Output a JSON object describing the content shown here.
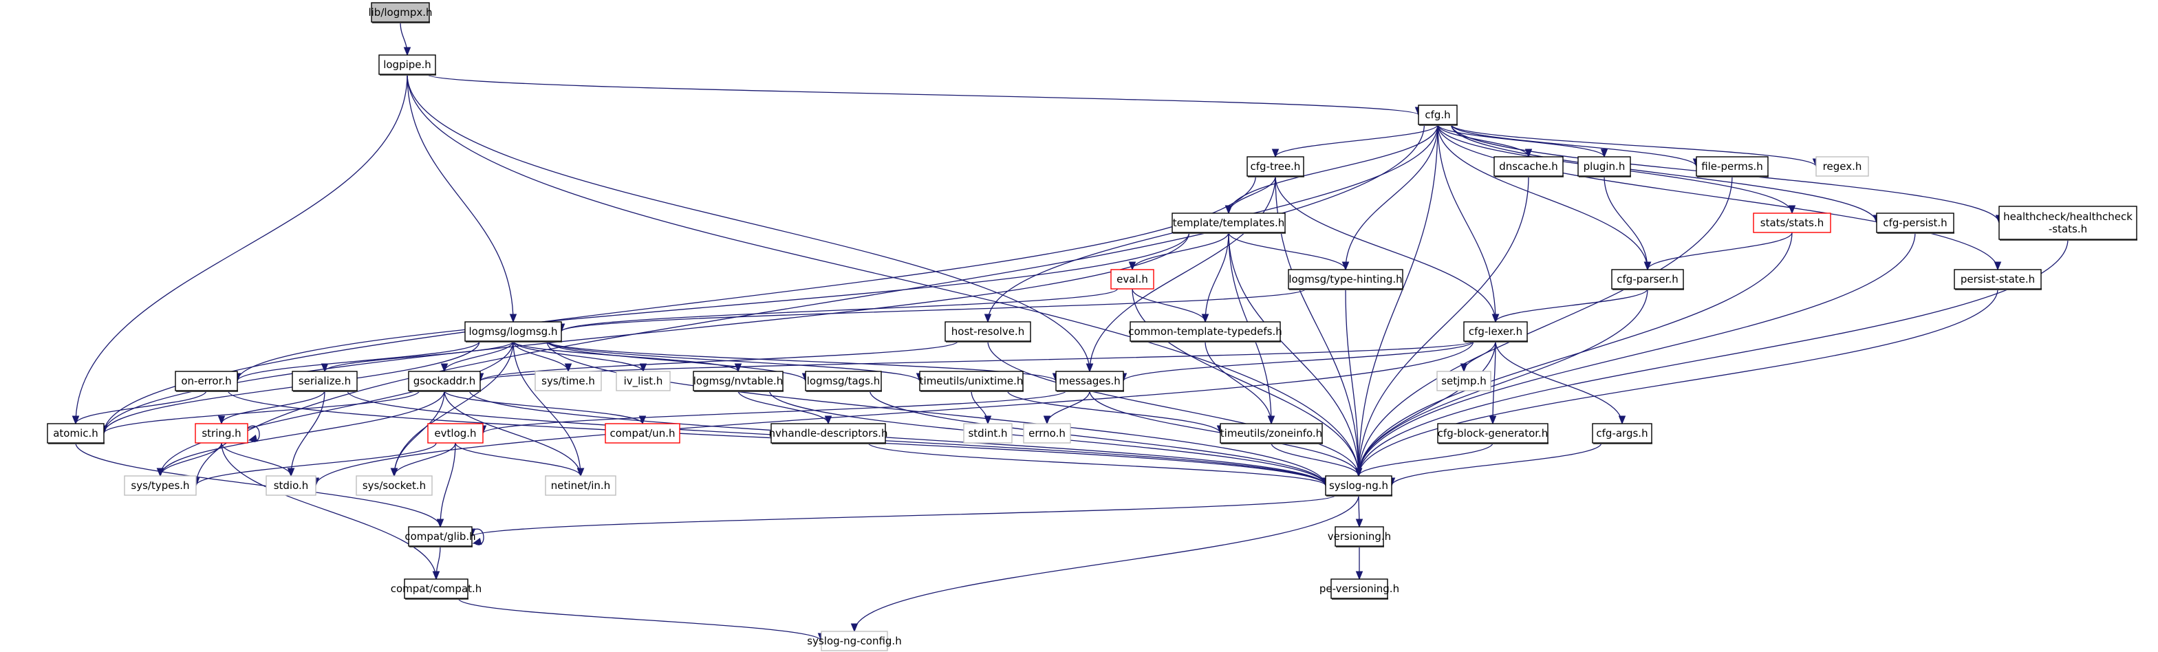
{
  "title": "Include dependency graph for lib/logmpx.h",
  "colors": {
    "edge": "#191970",
    "root_fill": "#bfbfbf",
    "ext_border": "#bfbfbf",
    "incomplete_border": "#ff0000"
  },
  "nodes": [
    {
      "id": "logmpx",
      "label": "lib/logmpx.h",
      "kind": "root"
    },
    {
      "id": "logpipe",
      "label": "logpipe.h",
      "kind": "normal"
    },
    {
      "id": "cfg",
      "label": "cfg.h",
      "kind": "normal"
    },
    {
      "id": "cfgtree",
      "label": "cfg-tree.h",
      "kind": "normal"
    },
    {
      "id": "dnscache",
      "label": "dnscache.h",
      "kind": "normal"
    },
    {
      "id": "plugin",
      "label": "plugin.h",
      "kind": "normal"
    },
    {
      "id": "fileperms",
      "label": "file-perms.h",
      "kind": "normal"
    },
    {
      "id": "regex",
      "label": "regex.h",
      "kind": "ext"
    },
    {
      "id": "stats",
      "label": "stats/stats.h",
      "kind": "red"
    },
    {
      "id": "cfgpersist",
      "label": "cfg-persist.h",
      "kind": "normal"
    },
    {
      "id": "healthcheck",
      "label": "healthcheck/healthcheck\n-stats.h",
      "kind": "normal"
    },
    {
      "id": "templates",
      "label": "template/templates.h",
      "kind": "normal"
    },
    {
      "id": "eval",
      "label": "eval.h",
      "kind": "red"
    },
    {
      "id": "typehinting",
      "label": "logmsg/type-hinting.h",
      "kind": "normal"
    },
    {
      "id": "cfgparser",
      "label": "cfg-parser.h",
      "kind": "normal"
    },
    {
      "id": "persiststate",
      "label": "persist-state.h",
      "kind": "normal"
    },
    {
      "id": "logmsg",
      "label": "logmsg/logmsg.h",
      "kind": "normal"
    },
    {
      "id": "hostresolve",
      "label": "host-resolve.h",
      "kind": "normal"
    },
    {
      "id": "ctt",
      "label": "common-template-typedefs.h",
      "kind": "normal"
    },
    {
      "id": "cfglexer",
      "label": "cfg-lexer.h",
      "kind": "normal"
    },
    {
      "id": "onerror",
      "label": "on-error.h",
      "kind": "normal"
    },
    {
      "id": "serialize",
      "label": "serialize.h",
      "kind": "normal"
    },
    {
      "id": "gsockaddr",
      "label": "gsockaddr.h",
      "kind": "normal"
    },
    {
      "id": "systime",
      "label": "sys/time.h",
      "kind": "ext"
    },
    {
      "id": "ivlist",
      "label": "iv_list.h",
      "kind": "ext"
    },
    {
      "id": "nvtable",
      "label": "logmsg/nvtable.h",
      "kind": "normal"
    },
    {
      "id": "tags",
      "label": "logmsg/tags.h",
      "kind": "normal"
    },
    {
      "id": "unixtime",
      "label": "timeutils/unixtime.h",
      "kind": "normal"
    },
    {
      "id": "messages",
      "label": "messages.h",
      "kind": "normal"
    },
    {
      "id": "setjmp",
      "label": "setjmp.h",
      "kind": "ext"
    },
    {
      "id": "atomic",
      "label": "atomic.h",
      "kind": "normal"
    },
    {
      "id": "string",
      "label": "string.h",
      "kind": "red"
    },
    {
      "id": "evtlog",
      "label": "evtlog.h",
      "kind": "red"
    },
    {
      "id": "compatun",
      "label": "compat/un.h",
      "kind": "red"
    },
    {
      "id": "nvhandle",
      "label": "nvhandle-descriptors.h",
      "kind": "normal"
    },
    {
      "id": "stdint",
      "label": "stdint.h",
      "kind": "ext"
    },
    {
      "id": "errno",
      "label": "errno.h",
      "kind": "ext"
    },
    {
      "id": "zoneinfo",
      "label": "timeutils/zoneinfo.h",
      "kind": "normal"
    },
    {
      "id": "cfgblockgen",
      "label": "cfg-block-generator.h",
      "kind": "normal"
    },
    {
      "id": "cfgargs",
      "label": "cfg-args.h",
      "kind": "normal"
    },
    {
      "id": "systypes",
      "label": "sys/types.h",
      "kind": "ext"
    },
    {
      "id": "stdio",
      "label": "stdio.h",
      "kind": "ext"
    },
    {
      "id": "syssocket",
      "label": "sys/socket.h",
      "kind": "ext"
    },
    {
      "id": "netinet",
      "label": "netinet/in.h",
      "kind": "ext"
    },
    {
      "id": "syslogng",
      "label": "syslog-ng.h",
      "kind": "normal"
    },
    {
      "id": "glib",
      "label": "compat/glib.h",
      "kind": "normal"
    },
    {
      "id": "versioning",
      "label": "versioning.h",
      "kind": "normal"
    },
    {
      "id": "compat",
      "label": "compat/compat.h",
      "kind": "normal"
    },
    {
      "id": "peversioning",
      "label": "pe-versioning.h",
      "kind": "normal"
    },
    {
      "id": "config",
      "label": "syslog-ng-config.h",
      "kind": "ext"
    }
  ],
  "edges": [
    [
      "logmpx",
      "logpipe"
    ],
    [
      "logpipe",
      "cfg"
    ],
    [
      "logpipe",
      "logmsg"
    ],
    [
      "logpipe",
      "atomic"
    ],
    [
      "logpipe",
      "messages"
    ],
    [
      "logpipe",
      "syslogng"
    ],
    [
      "cfg",
      "cfgtree"
    ],
    [
      "cfg",
      "dnscache"
    ],
    [
      "cfg",
      "plugin"
    ],
    [
      "cfg",
      "fileperms"
    ],
    [
      "cfg",
      "regex"
    ],
    [
      "cfg",
      "stats"
    ],
    [
      "cfg",
      "cfgpersist"
    ],
    [
      "cfg",
      "healthcheck"
    ],
    [
      "cfg",
      "templates"
    ],
    [
      "cfg",
      "typehinting"
    ],
    [
      "cfg",
      "cfgparser"
    ],
    [
      "cfg",
      "persiststate"
    ],
    [
      "cfg",
      "hostresolve"
    ],
    [
      "cfg",
      "cfglexer"
    ],
    [
      "cfg",
      "systypes"
    ],
    [
      "cfg",
      "syslogng"
    ],
    [
      "cfgtree",
      "templates"
    ],
    [
      "cfgtree",
      "messages"
    ],
    [
      "cfgtree",
      "cfglexer"
    ],
    [
      "cfgtree",
      "atomic"
    ],
    [
      "cfgtree",
      "syslogng"
    ],
    [
      "dnscache",
      "syslogng"
    ],
    [
      "plugin",
      "cfgparser"
    ],
    [
      "fileperms",
      "syslogng"
    ],
    [
      "stats",
      "cfgparser"
    ],
    [
      "stats",
      "syslogng"
    ],
    [
      "cfgpersist",
      "syslogng"
    ],
    [
      "healthcheck",
      "syslogng"
    ],
    [
      "templates",
      "eval"
    ],
    [
      "templates",
      "typehinting"
    ],
    [
      "templates",
      "ctt"
    ],
    [
      "templates",
      "zoneinfo"
    ],
    [
      "templates",
      "syslogng"
    ],
    [
      "templates",
      "onerror"
    ],
    [
      "templates",
      "atomic"
    ],
    [
      "eval",
      "ctt"
    ],
    [
      "eval",
      "logmsg"
    ],
    [
      "eval",
      "syslogng"
    ],
    [
      "typehinting",
      "logmsg"
    ],
    [
      "typehinting",
      "syslogng"
    ],
    [
      "cfgparser",
      "cfglexer"
    ],
    [
      "cfgparser",
      "syslogng"
    ],
    [
      "persiststate",
      "syslogng"
    ],
    [
      "logmsg",
      "onerror"
    ],
    [
      "logmsg",
      "serialize"
    ],
    [
      "logmsg",
      "gsockaddr"
    ],
    [
      "logmsg",
      "systime"
    ],
    [
      "logmsg",
      "ivlist"
    ],
    [
      "logmsg",
      "nvtable"
    ],
    [
      "logmsg",
      "tags"
    ],
    [
      "logmsg",
      "unixtime"
    ],
    [
      "logmsg",
      "messages"
    ],
    [
      "logmsg",
      "atomic"
    ],
    [
      "logmsg",
      "systypes"
    ],
    [
      "logmsg",
      "syssocket"
    ],
    [
      "logmsg",
      "netinet"
    ],
    [
      "logmsg",
      "syslogng"
    ],
    [
      "hostresolve",
      "gsockaddr"
    ],
    [
      "hostresolve",
      "syslogng"
    ],
    [
      "ctt",
      "zoneinfo"
    ],
    [
      "cfglexer",
      "setjmp"
    ],
    [
      "cfglexer",
      "cfgblockgen"
    ],
    [
      "cfglexer",
      "cfgargs"
    ],
    [
      "cfglexer",
      "messages"
    ],
    [
      "cfglexer",
      "stdio"
    ],
    [
      "cfglexer",
      "syslogng"
    ],
    [
      "cfglexer",
      "gsockaddr"
    ],
    [
      "onerror",
      "atomic"
    ],
    [
      "onerror",
      "syslogng"
    ],
    [
      "serialize",
      "string"
    ],
    [
      "serialize",
      "stdio"
    ],
    [
      "serialize",
      "syslogng"
    ],
    [
      "gsockaddr",
      "compatun"
    ],
    [
      "gsockaddr",
      "syssocket"
    ],
    [
      "gsockaddr",
      "netinet"
    ],
    [
      "gsockaddr",
      "atomic"
    ],
    [
      "gsockaddr",
      "systypes"
    ],
    [
      "gsockaddr",
      "syslogng"
    ],
    [
      "nvtable",
      "nvhandle"
    ],
    [
      "nvtable",
      "syslogng"
    ],
    [
      "tags",
      "syslogng"
    ],
    [
      "unixtime",
      "stdint"
    ],
    [
      "unixtime",
      "zoneinfo"
    ],
    [
      "messages",
      "errno"
    ],
    [
      "messages",
      "evtlog"
    ],
    [
      "messages",
      "syslogng"
    ],
    [
      "string",
      "string"
    ],
    [
      "string",
      "stdio"
    ],
    [
      "string",
      "systypes"
    ],
    [
      "string",
      "compat"
    ],
    [
      "evtlog",
      "systypes"
    ],
    [
      "evtlog",
      "syssocket"
    ],
    [
      "evtlog",
      "netinet"
    ],
    [
      "evtlog",
      "glib"
    ],
    [
      "nvhandle",
      "syslogng"
    ],
    [
      "zoneinfo",
      "syslogng"
    ],
    [
      "cfgblockgen",
      "syslogng"
    ],
    [
      "cfgargs",
      "syslogng"
    ],
    [
      "atomic",
      "glib"
    ],
    [
      "syslogng",
      "glib"
    ],
    [
      "syslogng",
      "versioning"
    ],
    [
      "syslogng",
      "config"
    ],
    [
      "glib",
      "glib"
    ],
    [
      "glib",
      "compat"
    ],
    [
      "versioning",
      "peversioning"
    ],
    [
      "compat",
      "config"
    ]
  ]
}
